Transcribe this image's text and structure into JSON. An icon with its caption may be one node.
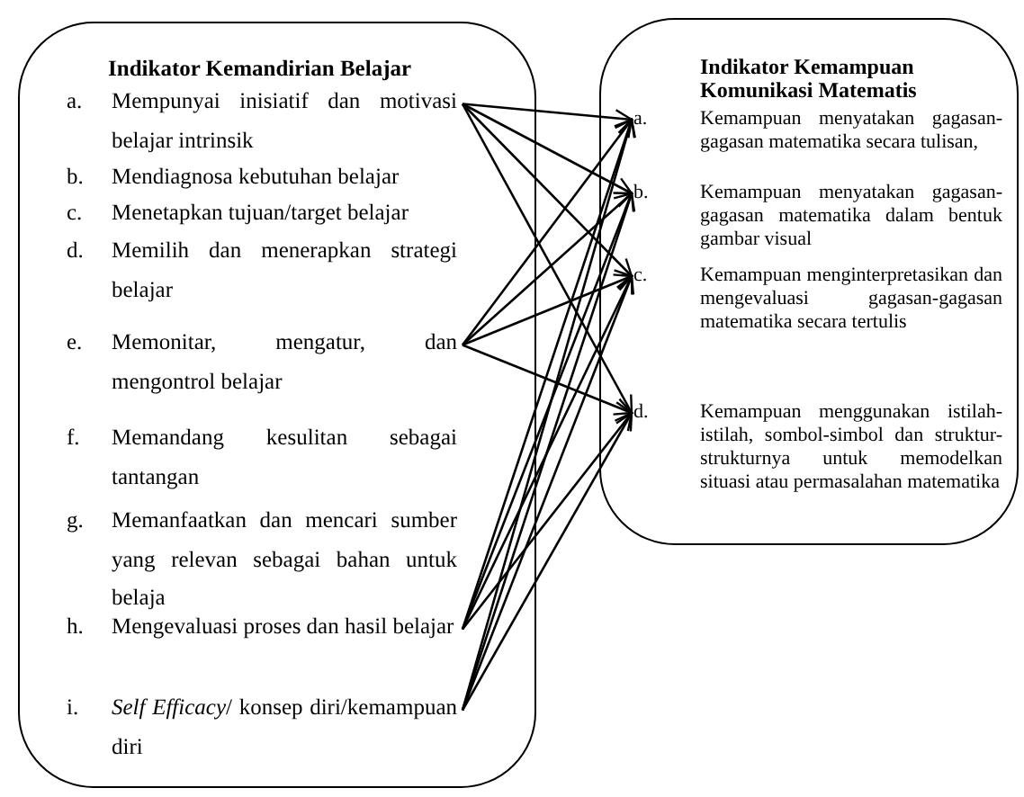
{
  "diagram": {
    "nodes": [
      {
        "text": [
          "Indikator Kemandirian Belajar"
        ]
      },
      {
        "text": [
          "a.",
          "Mempunyai inisiatif dan motivasi belajar intrinsik"
        ],
        "in": 0
      },
      {
        "text": [
          "b.",
          "Mendiagnosa kebutuhan belajar"
        ],
        "in": 0
      },
      {
        "text": [
          "c.",
          "Menetapkan tujuan/target belajar"
        ],
        "in": 0
      },
      {
        "text": [
          "d.",
          "Memilih dan menerapkan strategi belajar"
        ],
        "in": 0
      },
      {
        "text": [
          "e.",
          "Memonitar, mengatur, dan mengontrol belajar"
        ],
        "in": 0
      },
      {
        "text": [
          "f.",
          "Memandang kesulitan sebagai tantangan"
        ],
        "in": 0
      },
      {
        "text": [
          "g.",
          "Memanfaatkan dan mencari sumber yang relevan sebagai bahan untuk belaja"
        ],
        "in": 0
      },
      {
        "text": [
          "h.",
          "Mengevaluasi proses dan hasil belajar"
        ],
        "in": 0
      },
      {
        "text": [
          "i.",
          "*Self Efficacy*/ konsep diri/kemampuan diri"
        ],
        "in": 0
      },
      {
        "text": [
          "Indikator Kemampuan Komunikasi Matematis"
        ]
      },
      {
        "text": [
          "a.",
          "Kemampuan menyatakan gagasan-gagasan matematika secara tulisan,"
        ],
        "in": 10
      },
      {
        "text": [
          "b.",
          "Kemampuan menyatakan gagasan-gagasan matematika dalam bentuk gambar visual"
        ],
        "in": 10
      },
      {
        "text": [
          "c.",
          "Kemampuan menginterpretasikan dan mengevaluasi gagasan-gagasan matematika secara tertulis"
        ],
        "in": 10
      },
      {
        "text": [
          "d.",
          "Kemampuan menggunakan istilah-istilah, sombol-simbol dan struktur-strukturnya untuk memodelkan situasi atau permasalahan matematika"
        ],
        "in": 10
      }
    ],
    "edges": [
      {
        "from": 1,
        "to": 11,
        "arrow": "to"
      },
      {
        "from": 1,
        "to": 12,
        "arrow": "to"
      },
      {
        "from": 1,
        "to": 13,
        "arrow": "to"
      },
      {
        "from": 1,
        "to": 14,
        "arrow": "to"
      },
      {
        "from": 5,
        "to": 11,
        "arrow": "to"
      },
      {
        "from": 5,
        "to": 12,
        "arrow": "to"
      },
      {
        "from": 5,
        "to": 13,
        "arrow": "to"
      },
      {
        "from": 5,
        "to": 14,
        "arrow": "to"
      },
      {
        "from": 8,
        "to": 11,
        "arrow": "to"
      },
      {
        "from": 8,
        "to": 12,
        "arrow": "to"
      },
      {
        "from": 8,
        "to": 13,
        "arrow": "to"
      },
      {
        "from": 8,
        "to": 14,
        "arrow": "to"
      },
      {
        "from": 9,
        "to": 11,
        "arrow": "to"
      },
      {
        "from": 9,
        "to": 12,
        "arrow": "to"
      },
      {
        "from": 9,
        "to": 13,
        "arrow": "to"
      },
      {
        "from": 9,
        "to": 14,
        "arrow": "to"
      }
    ]
  }
}
